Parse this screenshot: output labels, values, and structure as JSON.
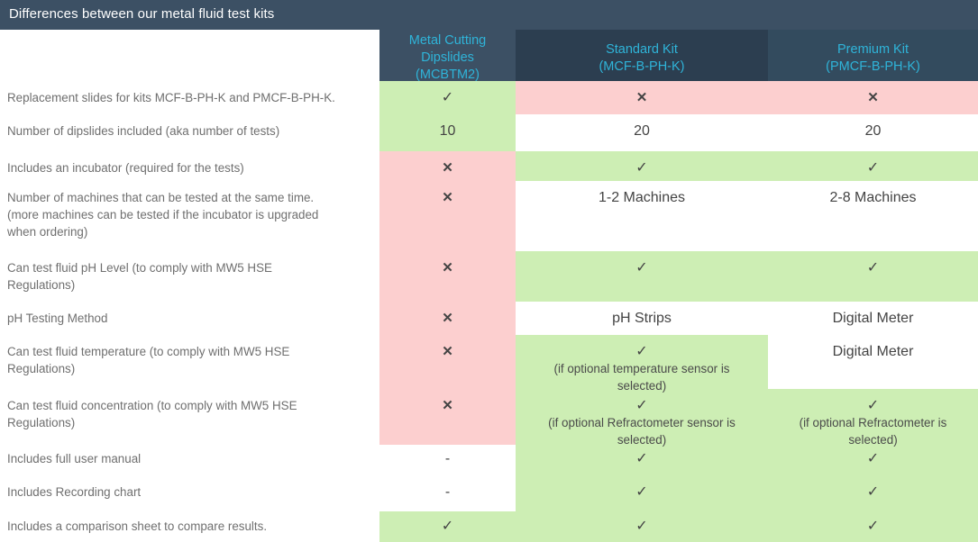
{
  "title": "Differences between our metal fluid test kits",
  "colors": {
    "title_bar": "#3c5064",
    "header_col1": "#3c5064",
    "header_col2": "#2c3e50",
    "header_col3": "#334b5e",
    "header_text": "#2fb4d9",
    "yes_cell": "#cdeeb4",
    "no_cell": "#fccfcf",
    "neutral_cell": "#ffffff",
    "label_text": "#6f6f6f"
  },
  "glyphs": {
    "check": "✓",
    "cross": "✕",
    "dash": "-"
  },
  "columns": [
    {
      "id": "dipslides",
      "label": "Metal Cutting\nDipslides\n(MCBTM2)"
    },
    {
      "id": "standard",
      "label": "Standard Kit\n(MCF-B-PH-K)"
    },
    {
      "id": "premium",
      "label": "Premium Kit\n(PMCF-B-PH-K)"
    }
  ],
  "rows": [
    {
      "label": "Replacement slides for kits MCF-B-PH-K and PMCF-B-PH-K.",
      "cells": [
        {
          "text": "✓",
          "state": "yes"
        },
        {
          "text": "✕",
          "state": "no"
        },
        {
          "text": "✕",
          "state": "no"
        }
      ]
    },
    {
      "label": "Number of dipslides included (aka number of tests)",
      "cells": [
        {
          "text": "10",
          "state": "yes"
        },
        {
          "text": "20",
          "state": "neutral"
        },
        {
          "text": "20",
          "state": "neutral"
        }
      ]
    },
    {
      "label": "Includes an incubator (required for the tests)",
      "cells": [
        {
          "text": "✕",
          "state": "no"
        },
        {
          "text": "✓",
          "state": "yes"
        },
        {
          "text": "✓",
          "state": "yes"
        }
      ]
    },
    {
      "label": "Number of machines that can be tested at the same time.\n(more machines can be tested if the incubator is upgraded\nwhen ordering)",
      "cells": [
        {
          "text": "✕",
          "state": "no"
        },
        {
          "text": "1-2 Machines",
          "state": "neutral"
        },
        {
          "text": "2-8 Machines",
          "state": "neutral"
        }
      ]
    },
    {
      "label": "Can test fluid pH Level (to comply with MW5 HSE\nRegulations)",
      "cells": [
        {
          "text": "✕",
          "state": "no"
        },
        {
          "text": "✓",
          "state": "yes"
        },
        {
          "text": "✓",
          "state": "yes"
        }
      ]
    },
    {
      "label": "pH Testing Method",
      "cells": [
        {
          "text": "✕",
          "state": "no"
        },
        {
          "text": "pH Strips",
          "state": "neutral"
        },
        {
          "text": "Digital Meter",
          "state": "neutral"
        }
      ]
    },
    {
      "label": "Can test fluid temperature (to comply with MW5 HSE\nRegulations)",
      "cells": [
        {
          "text": "✕",
          "state": "no"
        },
        {
          "text": "✓",
          "note": "(if optional temperature sensor is\nselected)",
          "state": "yes"
        },
        {
          "text": "Digital Meter",
          "state": "neutral"
        }
      ]
    },
    {
      "label": "Can test fluid concentration (to comply with MW5 HSE\nRegulations)",
      "cells": [
        {
          "text": "✕",
          "state": "no"
        },
        {
          "text": "✓",
          "note": "(if optional Refractometer sensor is\nselected)",
          "state": "yes"
        },
        {
          "text": "✓",
          "note": "(if optional Refractometer is\nselected)",
          "state": "yes"
        }
      ]
    },
    {
      "label": "Includes full user manual",
      "cells": [
        {
          "text": "-",
          "state": "neutral"
        },
        {
          "text": "✓",
          "state": "yes"
        },
        {
          "text": "✓",
          "state": "yes"
        }
      ]
    },
    {
      "label": "Includes Recording chart",
      "cells": [
        {
          "text": "-",
          "state": "neutral"
        },
        {
          "text": "✓",
          "state": "yes"
        },
        {
          "text": "✓",
          "state": "yes"
        }
      ]
    },
    {
      "label": "Includes a comparison sheet to compare results.",
      "cells": [
        {
          "text": "✓",
          "state": "yes"
        },
        {
          "text": "✓",
          "state": "yes"
        },
        {
          "text": "✓",
          "state": "yes"
        }
      ]
    }
  ]
}
